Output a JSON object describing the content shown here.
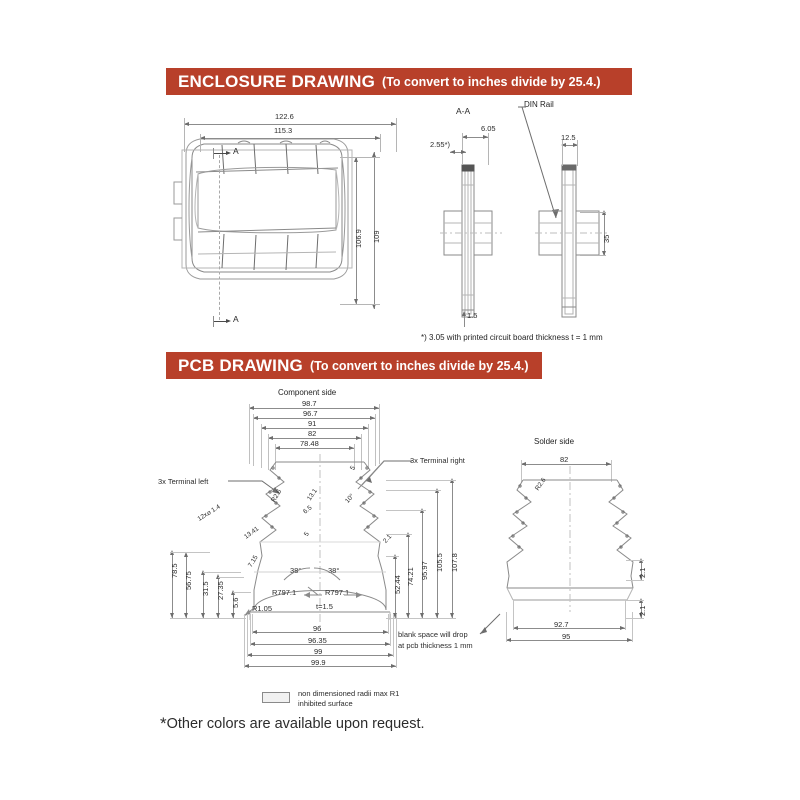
{
  "sections": {
    "enclosure": {
      "title": "ENCLOSURE DRAWING",
      "subtitle": "(To convert to inches divide by 25.4.)",
      "banner_color": "#b8402a",
      "section_label": "A-A",
      "din_rail_label": "DIN Rail",
      "section_marks": [
        "A",
        "A"
      ],
      "footnote": "*) 3.05 with printed circuit board thickness t = 1 mm",
      "dimensions": {
        "top_outer": "122.6",
        "top_inner": "115.3",
        "right_inner": "106.9",
        "right_outer": "109",
        "section_width": "6.05",
        "section_offset": "2.55*)",
        "section_bottom": "1.5",
        "side_width": "12.5",
        "side_height": "35"
      }
    },
    "pcb": {
      "title": "PCB DRAWING",
      "subtitle": "(To convert to inches divide by 25.4.)",
      "banner_color": "#b8402a",
      "component_side_label": "Component side",
      "solder_side_label": "Solder side",
      "terminal_left_label": "3x Terminal left",
      "terminal_right_label": "3x Terminal right",
      "blank_space_note_line1": "blank space will drop",
      "blank_space_note_line2": "at pcb thickness 1 mm",
      "thickness_label": "t=1.5",
      "legend": {
        "line1": "non dimensioned radii max R1",
        "line2": "inhibited surface",
        "swatch_color": "#f1f1f1"
      },
      "top_stack": [
        "98.7",
        "96.7",
        "91",
        "82",
        "78.48"
      ],
      "bottom_stack": [
        "96",
        "96.35",
        "99",
        "99.9"
      ],
      "left_stack": [
        "78.5",
        "56.75",
        "31.5",
        "27.35",
        "5.6"
      ],
      "right_stack": [
        "52.44",
        "74.21",
        "95.97",
        "105.5",
        "107.8"
      ],
      "hole_callout": "12x⌀ 1.4",
      "radii": {
        "r26_left": "R2.6",
        "r26_solder": "R2.6",
        "r797_left": "R797.1",
        "r797_right": "R797.1",
        "r105": "R1.05"
      },
      "angles": {
        "left": "38°",
        "right": "38°",
        "terminal": "10°"
      },
      "misc_labels": [
        "13.41",
        "13.1",
        "6.5",
        "5",
        "2.1",
        "7.15",
        "5"
      ],
      "solder": {
        "width_top": "82",
        "width_inner": "92.7",
        "width_outer": "95",
        "step_top": "2.1",
        "step_bottom": "2.1"
      }
    }
  },
  "footer": {
    "star": "*",
    "text": "Other colors are available upon request."
  }
}
